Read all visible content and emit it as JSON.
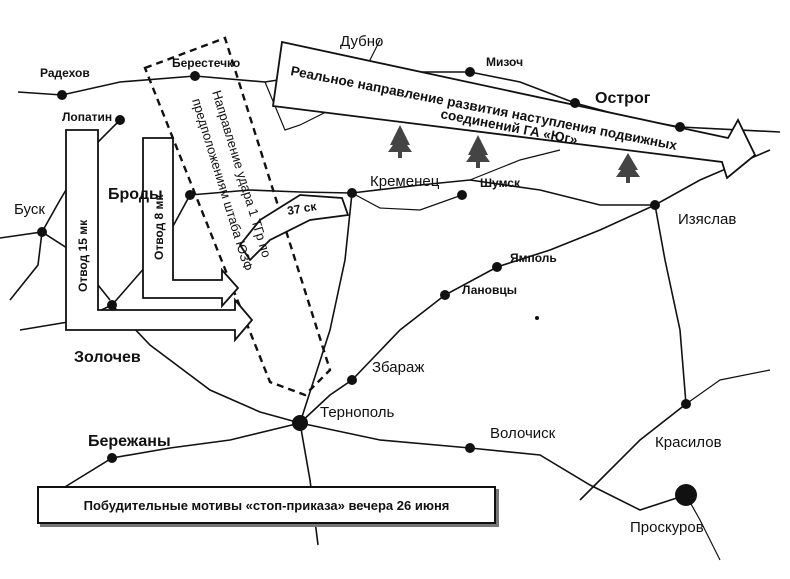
{
  "cities": {
    "dubno": "Дубно",
    "radekhov": "Радехов",
    "berestechko": "Берестечко",
    "mizoch": "Мизоч",
    "ostrog": "Острог",
    "lopatin": "Лопатин",
    "busk": "Буск",
    "brody": "Броды",
    "kremenets": "Кременец",
    "shumsk": "Шумск",
    "izyaslav": "Изяслав",
    "yampol": "Ямполь",
    "lanovtsy": "Лановцы",
    "zolochev": "Золочев",
    "zbarazh": "Збараж",
    "ternopol": "Тернополь",
    "berezhany": "Бережаны",
    "volochisk": "Волочиск",
    "krasilov": "Красилов",
    "proskurov": "Проскуров"
  },
  "arrows": {
    "real_direction_line1": "Реальное направление развития наступления подвижных",
    "real_direction_line2": "соединений ГА «Юг»",
    "withdraw_15": "Отвод 15 мк",
    "withdraw_8": "Отвод 8 мк",
    "corps_37": "37 ск",
    "assumed_line1": "Направление удара 1 ТГр по",
    "assumed_line2": "предположениям штаба ЮЗФ"
  },
  "caption": "Побудительные мотивы «стоп-приказа» вечера 26 июня"
}
